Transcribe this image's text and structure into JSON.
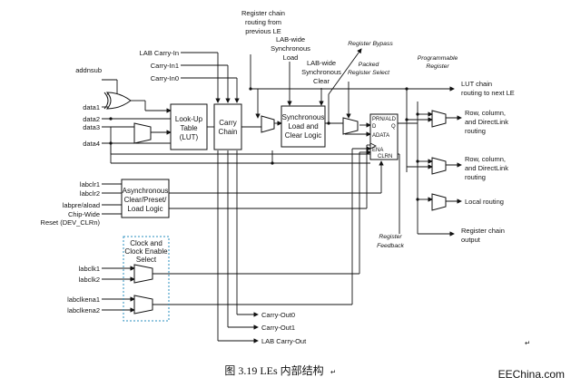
{
  "labels": {
    "addnsub": "addnsub",
    "data1": "data1",
    "data2": "data2",
    "data3": "data3",
    "data4": "data4",
    "lab_carry_in": "LAB Carry-In",
    "carry_in1": "Carry-In1",
    "carry_in0": "Carry-In0",
    "labclr1": "labclr1",
    "labclr2": "labclr2",
    "labpre_aload": "labpre/aload",
    "chip_wide": "Chip-Wide",
    "reset_dev": "Reset (DEV_CLRn)",
    "labclk1": "labclk1",
    "labclk2": "labclk2",
    "labclkena1": "labclkena1",
    "labclkena2": "labclkena2",
    "carry_out0": "Carry-Out0",
    "carry_out1": "Carry-Out1",
    "lab_carry_out": "LAB Carry-Out",
    "reg_chain_routing": [
      "Register chain",
      "routing from",
      "previous LE"
    ],
    "lab_wide_sync_load": [
      "LAB-wide",
      "Synchronous",
      "Load"
    ],
    "lab_wide_sync_clear": [
      "LAB-wide",
      "Synchronous",
      "Clear"
    ],
    "register_bypass": "Register Bypass",
    "packed_register_select": [
      "Packed",
      "Register Select"
    ],
    "programmable_register": [
      "Programmable",
      "Register"
    ],
    "lut_chain": [
      "LUT chain",
      "routing to next LE"
    ],
    "row_col_1": [
      "Row, column,",
      "and DirectLink",
      "routing"
    ],
    "row_col_2": [
      "Row, column,",
      "and DirectLink",
      "routing"
    ],
    "local_routing": "Local routing",
    "reg_chain_output": [
      "Register chain",
      "output"
    ],
    "register_feedback": [
      "Register",
      "Feedback"
    ]
  },
  "blocks": {
    "lut": [
      "Look-Up",
      "Table",
      "(LUT)"
    ],
    "carry_chain": [
      "Carry",
      "Chain"
    ],
    "sync_load_clear": [
      "Synchronous",
      "Load and",
      "Clear Logic"
    ],
    "async_logic": [
      "Asynchronous",
      "Clear/Preset/",
      "Load Logic"
    ],
    "clock_enable_select": [
      "Clock and",
      "Clock Enable",
      "Select"
    ]
  },
  "register_pins": {
    "prn_ald": "PRN/ALD",
    "d": "D",
    "q": "Q",
    "adata": "ADATA",
    "ena": "ENA",
    "clrn": "CLRN"
  },
  "caption": "图 3.19 LEs 内部结构",
  "watermark": "EEChina.com",
  "marks": {
    "return_1": "↵",
    "return_2": "↵"
  }
}
